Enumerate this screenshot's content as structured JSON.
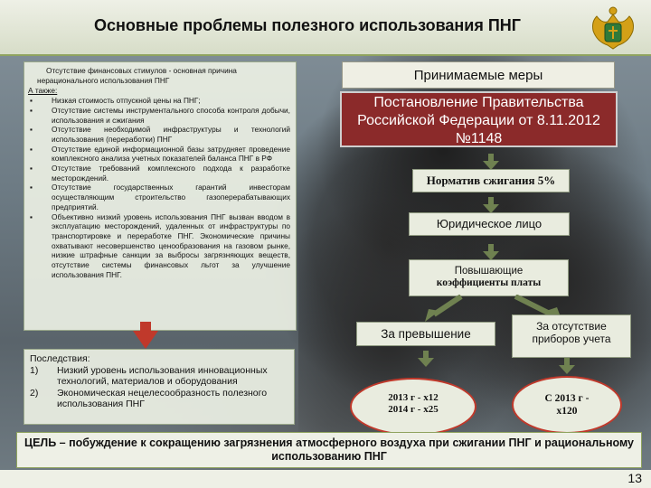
{
  "header": {
    "title": "Основные проблемы полезного использования ПНГ",
    "emblem_icon": "coat-of-arms-icon"
  },
  "problems": {
    "lead": "Отсутствие финансовых стимулов - основная причина нерационального использования ПНГ",
    "also": "А также:",
    "items": [
      "Низкая стоимость отпускной цены на ПНГ;",
      "Отсутствие системы инструментального способа контроля добычи, использования и сжигания",
      "Отсутствие необходимой инфраструктуры и технологий использования (переработки) ПНГ",
      "Отсутствие единой информационной базы затрудняет проведение комплексного анализа учетных показателей баланса ПНГ в РФ",
      "Отсутствие требований комплексного подхода к разработке месторождений.",
      "Отсутствие государственных гарантий инвесторам осуществляющим строительство газоперерабатывающих предприятий.",
      "Объективно низкий уровень использования ПНГ вызван вводом в эксплуатацию месторождений, удаленных от инфраструктуры по транспортировке и переработке ПНГ. Экономические причины охватывают несовершенство ценообразования на газовом рынке, низкие штрафные санкции за выбросы загрязняющих веществ, отсутствие системы финансовых льгот за улучшение использования ПНГ."
    ]
  },
  "consequences": {
    "title": "Последствия:",
    "items": [
      {
        "num": "1)",
        "text": "Низкий уровень использования инновационных технологий, материалов и оборудования"
      },
      {
        "num": "2)",
        "text": "Экономическая нецелесообразность полезного использования ПНГ"
      }
    ]
  },
  "measures": {
    "title": "Принимаемые меры",
    "decree": "Постановление Правительства Российской Федерации от 8.11.2012 №1148",
    "norm": "Норматив сжигания 5%",
    "legal_entity": "Юридическое лицо",
    "coef_line1": "Повышающие",
    "coef_line2": "коэффициенты платы",
    "excess": "За превышение",
    "no_meters": "За отсутствие приборов учета",
    "excess_rates_1": "2013 г - х12",
    "excess_rates_2": "2014 г - х25",
    "no_meter_rate_1": "С 2013 г -",
    "no_meter_rate_2": "х120"
  },
  "goal": "ЦЕЛЬ – побуждение к сокращению загрязнения атмосферного воздуха при сжигании ПНГ и рациональному использованию ПНГ",
  "page_number": "13",
  "colors": {
    "accent_red": "#8b2a2a",
    "arrow_red": "#c0392b",
    "arrow_green": "#6f8150",
    "panel": "#e9ecdf"
  }
}
